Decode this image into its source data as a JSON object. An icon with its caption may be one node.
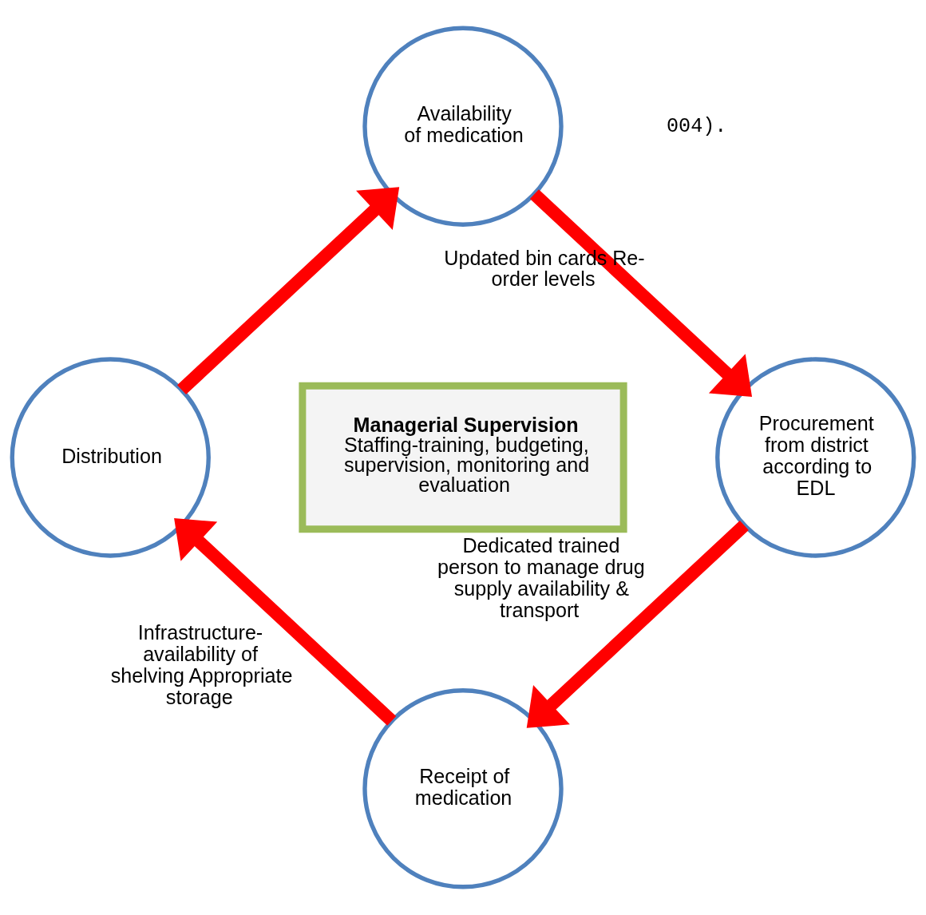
{
  "diagram": {
    "nodes": [
      {
        "text": [
          "Availability of medication"
        ]
      },
      {
        "text": [
          "Distribution"
        ]
      },
      {
        "text": [
          "Managerial Supervision",
          "Staffing-training, budgeting, supervision, monitoring and evaluation"
        ]
      },
      {
        "text": [
          "Procurement from district according to EDL"
        ]
      },
      {
        "text": [
          "Receipt of medication"
        ]
      }
    ],
    "edges": [
      {
        "from": 0,
        "to": 3,
        "arrow": "to",
        "label": "Updated bin cards Re-order levels"
      },
      {
        "from": 3,
        "to": 4,
        "arrow": "to",
        "label": "Dedicated trained person to manage drug supply availability & transport"
      },
      {
        "from": 4,
        "to": 1,
        "arrow": "to",
        "label": "Infrastructure-availability of shelving Appropriate storage"
      },
      {
        "from": 1,
        "to": 0,
        "arrow": "to"
      }
    ],
    "labels": [
      "004)."
    ]
  }
}
